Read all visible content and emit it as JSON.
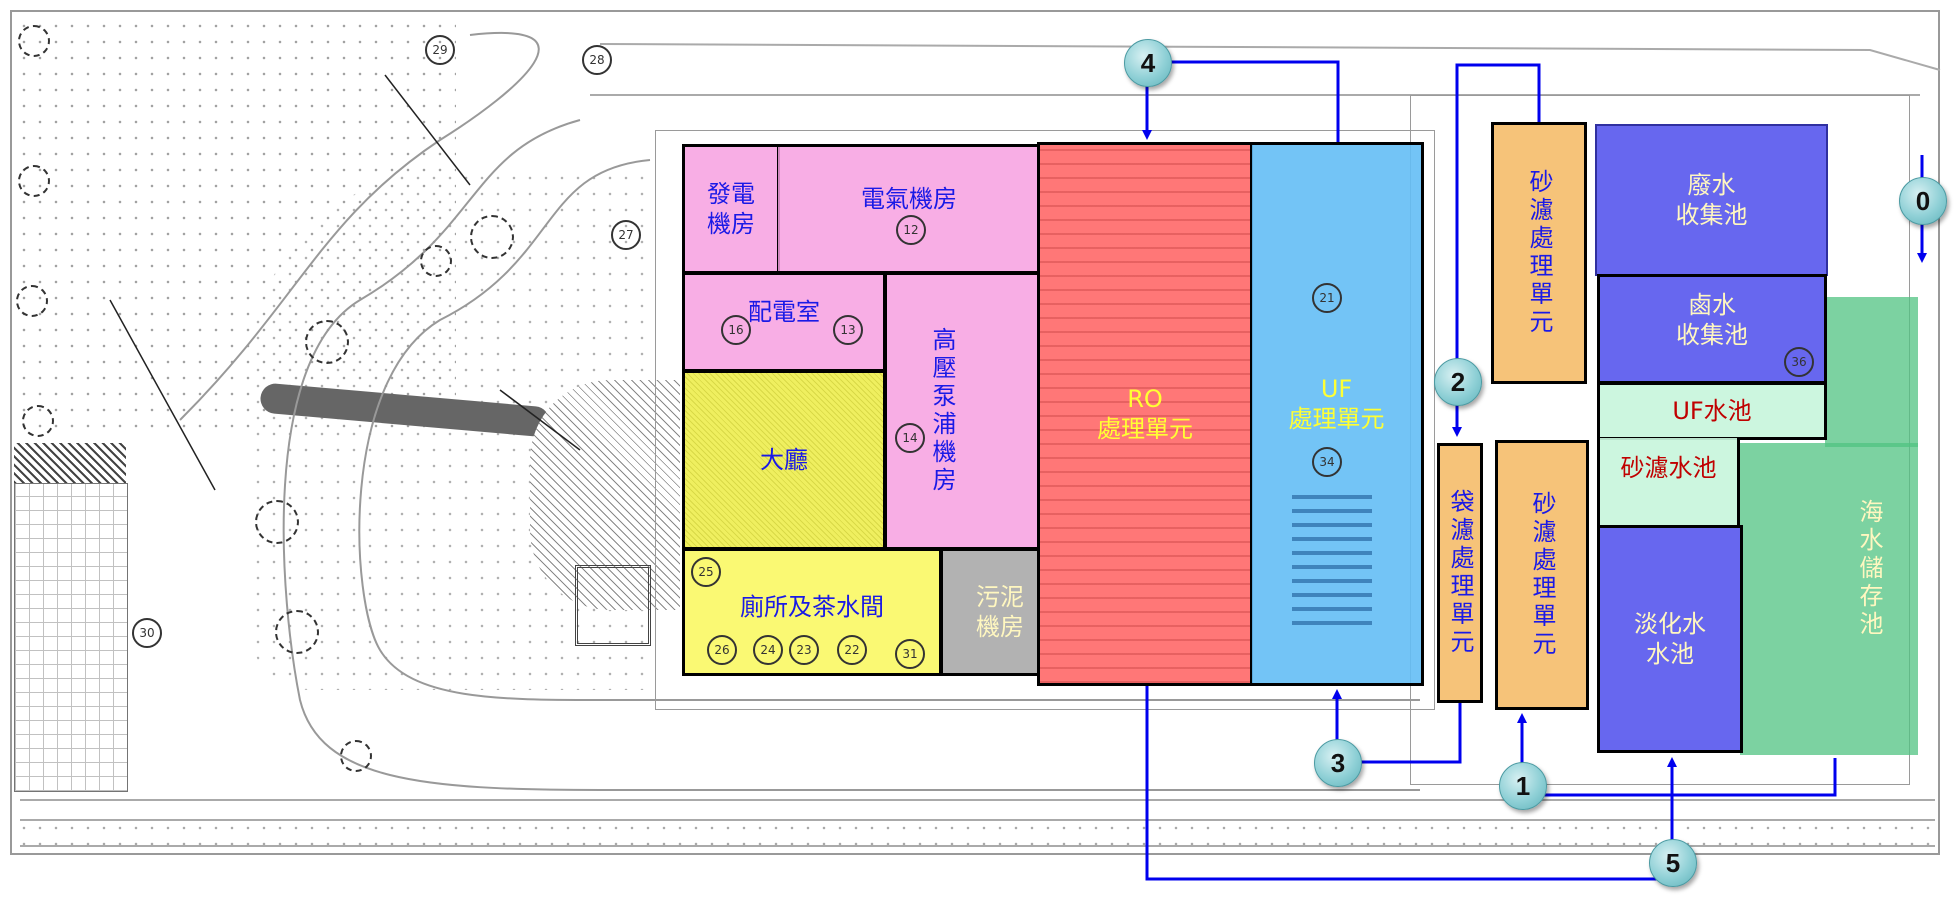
{
  "diagram": {
    "type": "floor-plan with process flow",
    "zones": {
      "generator_room": "發電機房",
      "electrical_room": "電氣機房",
      "distribution_room": "配電室",
      "hp_pump_room": "高壓泵浦機房",
      "lobby": "大廳",
      "restroom_pantry": "廁所及茶水間",
      "sludge_room": "污泥機房",
      "ro_unit": {
        "line1": "RO",
        "line2": "處理單元"
      },
      "uf_unit": {
        "line1": "UF",
        "line2": "處理單元"
      },
      "bag_filter_unit": "袋濾處理單元",
      "sand_filter_unit_upper": "砂濾處理單元",
      "sand_filter_unit_lower": "砂濾處理單元",
      "wastewater_tank": {
        "line1": "廢水",
        "line2": "收集池"
      },
      "brine_tank": {
        "line1": "鹵水",
        "line2": "收集池"
      },
      "uf_water_tank": "UF水池",
      "sand_filtered_tank": "砂濾水池",
      "desalinated_tank": {
        "line1": "淡化水",
        "line2": "水池"
      },
      "seawater_storage": "海水儲存池"
    },
    "flow_steps": [
      "0",
      "1",
      "2",
      "3",
      "4",
      "5"
    ],
    "room_numbers": [
      "12",
      "13",
      "14",
      "16",
      "21",
      "22",
      "23",
      "24",
      "25",
      "26",
      "27",
      "28",
      "29",
      "30",
      "31",
      "34",
      "36"
    ],
    "colors": {
      "pink": "#f7a8e0",
      "yellow": "#f5f25a",
      "gray": "#a9a9a9",
      "red": "#ff6e6e",
      "lightblue": "#6cc3f5",
      "orange": "#f5be6e",
      "purple": "#5c5cf0",
      "mint": "#c8f5dc",
      "green": "#5fc88a",
      "flow_line": "#0000ee"
    }
  }
}
